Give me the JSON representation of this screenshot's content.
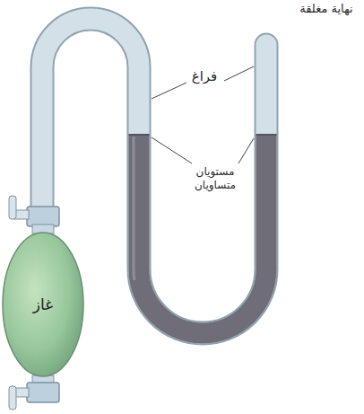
{
  "diagram": {
    "nodes": [
      {
        "text": [
          "غاز"
        ]
      }
    ],
    "labels": [
      "نهاية مغلقة",
      "فراغ",
      "مستويان متساويان"
    ]
  }
}
